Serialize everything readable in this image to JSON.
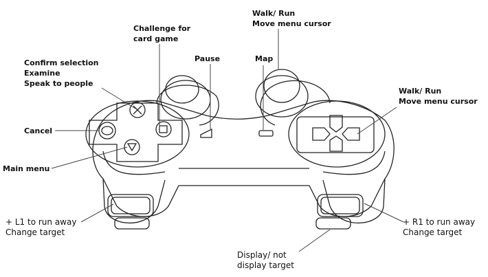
{
  "title": "Controller layout",
  "labels": {
    "walk_run_left_stick": [
      "Walk/ Run",
      "Move menu cursor"
    ],
    "challenge": [
      "Challenge for",
      "card game"
    ],
    "confirm": [
      "Confirm selection",
      "Examine",
      "Speak to people"
    ],
    "pause": "Pause",
    "map": "Map",
    "walk_run_dpad": [
      "Walk/ Run",
      "Move menu cursor"
    ],
    "cancel": "Cancel",
    "main_menu": "Main menu",
    "l2": [
      "+ L1 to run away",
      "Change target"
    ],
    "r2": [
      "+ R1 to run away",
      "Change target"
    ],
    "r3": [
      "Display/ not",
      "display target"
    ]
  },
  "colors": {
    "line": "#222222",
    "leader": "#444444"
  }
}
